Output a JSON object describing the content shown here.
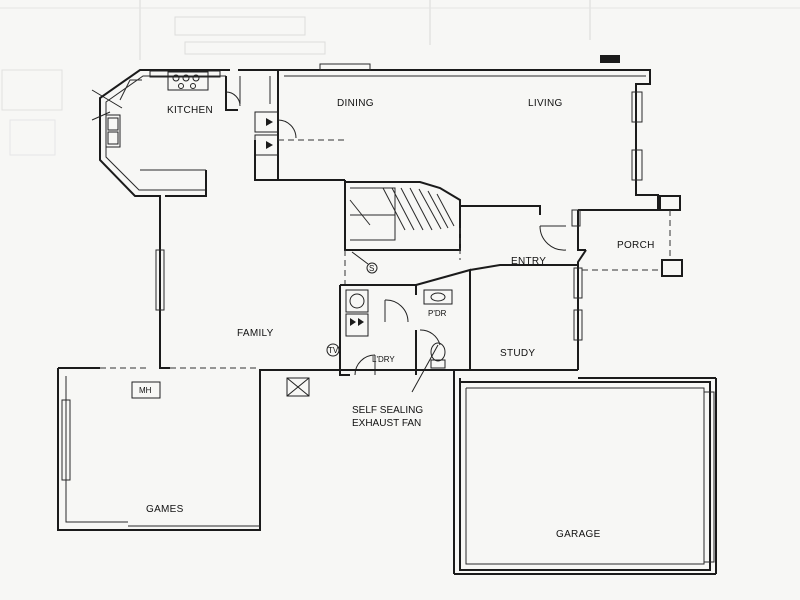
{
  "rooms": {
    "kitchen": "KITCHEN",
    "dining": "DINING",
    "living": "LIVING",
    "porch": "PORCH",
    "entry": "ENTRY",
    "family": "FAMILY",
    "pdr": "P'DR",
    "laundry": "L'DRY",
    "study": "STUDY",
    "games": "GAMES",
    "garage": "GARAGE"
  },
  "symbols": {
    "mh": "MH",
    "tv": "TV",
    "s": "S"
  },
  "notes": {
    "exhaust_line1": "SELF SEALING",
    "exhaust_line2": "EXHAUST FAN"
  }
}
